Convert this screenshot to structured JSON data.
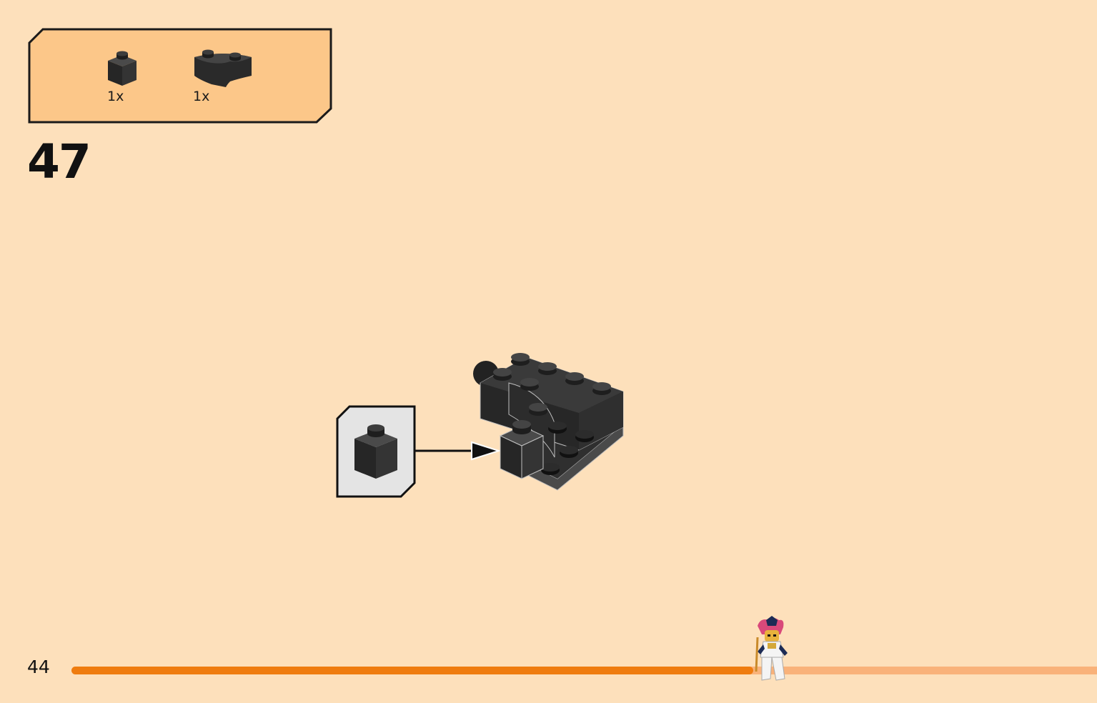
{
  "parts_list": {
    "items": [
      {
        "name": "brick-1x1",
        "color": "#2b2b2b",
        "quantity": "1x"
      },
      {
        "name": "brick-2x2-round-corner",
        "color": "#2b2b2b",
        "quantity": "1x"
      }
    ],
    "background_color": "#fcc789"
  },
  "step": {
    "number": "47"
  },
  "callout": {
    "part": "brick-1x1",
    "background_color": "#e4e4e4"
  },
  "page": {
    "number": "44",
    "progress": 0.665,
    "progress_color": "#ef7c0f",
    "track_color": "#f9b27a"
  },
  "icons": {
    "arrow": "arrow-right-icon",
    "progress_marker": "minifigure-icon"
  }
}
